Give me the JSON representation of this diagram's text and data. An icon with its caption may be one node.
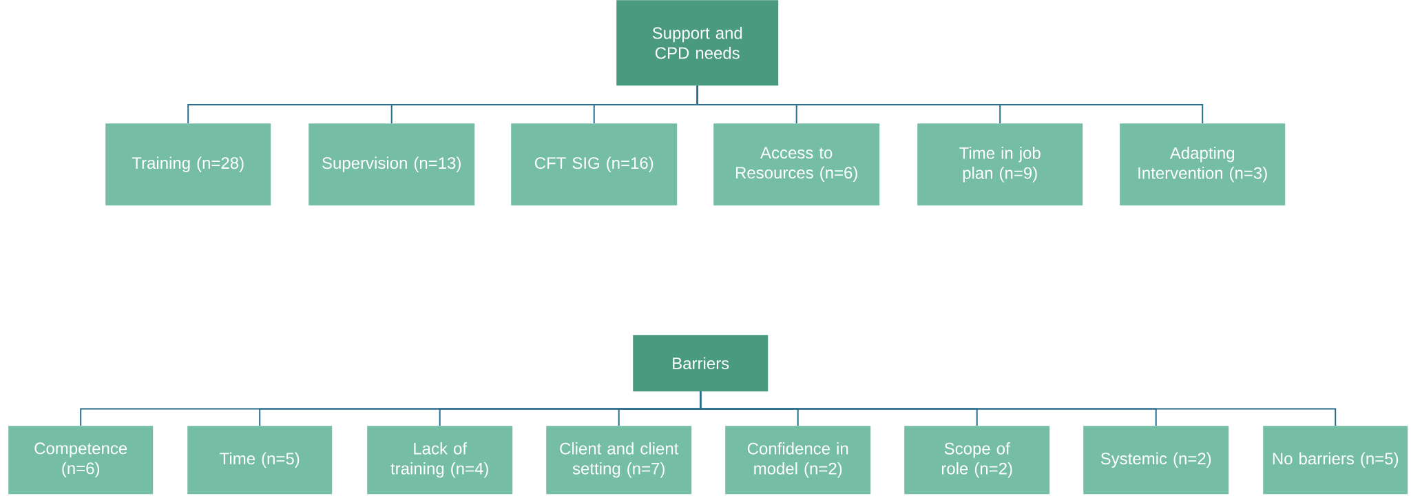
{
  "diagram": {
    "nodes": [
      {
        "text": [
          "Support and CPD needs"
        ]
      },
      {
        "text": [
          "Training (n=28)"
        ]
      },
      {
        "text": [
          "Supervision (n=13)"
        ]
      },
      {
        "text": [
          "CFT SIG (n=16)"
        ]
      },
      {
        "text": [
          "Access to Resources (n=6)"
        ]
      },
      {
        "text": [
          "Time in job plan (n=9)"
        ]
      },
      {
        "text": [
          "Adapting Intervention (n=3)"
        ]
      },
      {
        "text": [
          "Barriers"
        ]
      },
      {
        "text": [
          "Competence (n=6)"
        ]
      },
      {
        "text": [
          "Time (n=5)"
        ]
      },
      {
        "text": [
          "Lack of training (n=4)"
        ]
      },
      {
        "text": [
          "Client and client setting (n=7)"
        ]
      },
      {
        "text": [
          "Confidence in model (n=2)"
        ]
      },
      {
        "text": [
          "Scope of role (n=2)"
        ]
      },
      {
        "text": [
          "Systemic (n=2)"
        ]
      },
      {
        "text": [
          "No barriers (n=5)"
        ]
      }
    ],
    "edges": [
      {
        "from": 0,
        "to": 1,
        "arrow": "none"
      },
      {
        "from": 0,
        "to": 2,
        "arrow": "none"
      },
      {
        "from": 0,
        "to": 3,
        "arrow": "none"
      },
      {
        "from": 0,
        "to": 4,
        "arrow": "none"
      },
      {
        "from": 0,
        "to": 5,
        "arrow": "none"
      },
      {
        "from": 0,
        "to": 6,
        "arrow": "none"
      },
      {
        "from": 7,
        "to": 8,
        "arrow": "none"
      },
      {
        "from": 7,
        "to": 9,
        "arrow": "none"
      },
      {
        "from": 7,
        "to": 10,
        "arrow": "none"
      },
      {
        "from": 7,
        "to": 11,
        "arrow": "none"
      },
      {
        "from": 7,
        "to": 12,
        "arrow": "none"
      },
      {
        "from": 7,
        "to": 13,
        "arrow": "none"
      },
      {
        "from": 7,
        "to": 14,
        "arrow": "none"
      },
      {
        "from": 7,
        "to": 15,
        "arrow": "none"
      }
    ]
  }
}
